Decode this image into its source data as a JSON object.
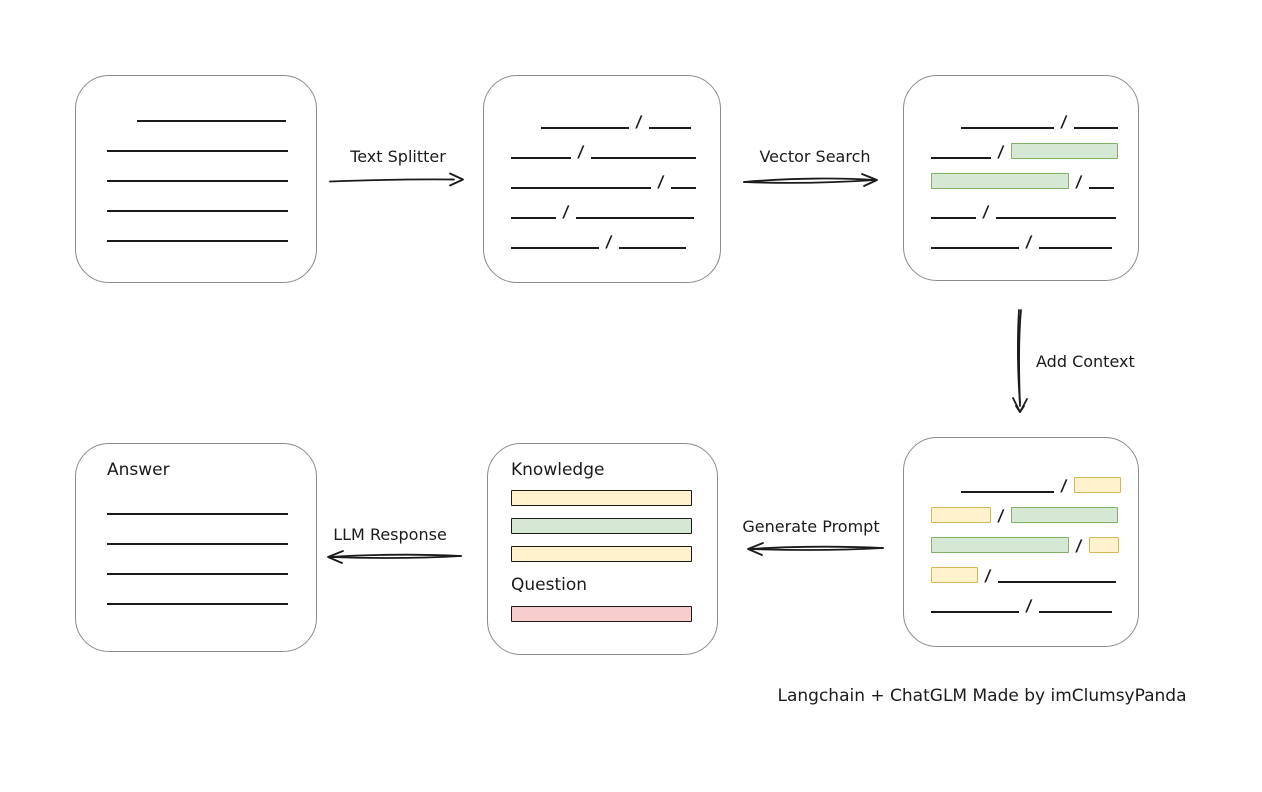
{
  "colors": {
    "green_fill": "#d5e8d4",
    "green_stroke": "#82b366",
    "yellow_fill": "#fff2cc",
    "yellow_stroke": "#d6b656",
    "red_fill": "#f8cecc",
    "red_stroke": "#b85450",
    "box_border": "#8c8c8c",
    "ink": "#1b1b1b"
  },
  "arrows": {
    "text_splitter": {
      "label": "Text Splitter"
    },
    "vector_search": {
      "label": "Vector Search"
    },
    "add_context": {
      "label": "Add Context"
    },
    "generate_prompt": {
      "label": "Generate Prompt"
    },
    "llm_response": {
      "label": "LLM Response"
    }
  },
  "boxes": {
    "document": {
      "rows": [
        {
          "indent": 30,
          "tokens": [
            [
              "line",
              149
            ]
          ]
        },
        {
          "tokens": [
            [
              "line",
              181
            ]
          ]
        },
        {
          "tokens": [
            [
              "line",
              181
            ]
          ]
        },
        {
          "tokens": [
            [
              "line",
              181
            ]
          ]
        },
        {
          "tokens": [
            [
              "line",
              181
            ]
          ]
        }
      ]
    },
    "chunks": {
      "rows": [
        {
          "indent": 30,
          "tokens": [
            [
              "line",
              88
            ],
            [
              "slash"
            ],
            [
              "line",
              42
            ]
          ]
        },
        {
          "tokens": [
            [
              "line",
              60
            ],
            [
              "slash"
            ],
            [
              "line",
              105
            ]
          ]
        },
        {
          "tokens": [
            [
              "line",
              140
            ],
            [
              "slash"
            ],
            [
              "line",
              25
            ]
          ]
        },
        {
          "tokens": [
            [
              "line",
              45
            ],
            [
              "slash"
            ],
            [
              "line",
              118
            ]
          ]
        },
        {
          "tokens": [
            [
              "line",
              88
            ],
            [
              "slash"
            ],
            [
              "line",
              67
            ]
          ]
        }
      ]
    },
    "matched_chunks": {
      "rows": [
        {
          "indent": 30,
          "tokens": [
            [
              "line",
              93
            ],
            [
              "slash"
            ],
            [
              "line",
              44
            ]
          ]
        },
        {
          "tokens": [
            [
              "line",
              60
            ],
            [
              "slash"
            ],
            [
              "green",
              107
            ]
          ]
        },
        {
          "tokens": [
            [
              "green",
              138
            ],
            [
              "slash"
            ],
            [
              "line",
              25
            ]
          ]
        },
        {
          "tokens": [
            [
              "line",
              45
            ],
            [
              "slash"
            ],
            [
              "line",
              120
            ]
          ]
        },
        {
          "tokens": [
            [
              "line",
              88
            ],
            [
              "slash"
            ],
            [
              "line",
              73
            ]
          ]
        }
      ]
    },
    "context_chunks": {
      "rows": [
        {
          "indent": 30,
          "tokens": [
            [
              "line",
              93
            ],
            [
              "slash"
            ],
            [
              "yellow",
              47
            ]
          ]
        },
        {
          "tokens": [
            [
              "yellow",
              60
            ],
            [
              "slash"
            ],
            [
              "green",
              107
            ]
          ]
        },
        {
          "tokens": [
            [
              "green",
              138
            ],
            [
              "slash"
            ],
            [
              "yellow",
              30
            ]
          ]
        },
        {
          "tokens": [
            [
              "yellow",
              47
            ],
            [
              "slash"
            ],
            [
              "line",
              118
            ]
          ]
        },
        {
          "tokens": [
            [
              "line",
              88
            ],
            [
              "slash"
            ],
            [
              "line",
              73
            ]
          ]
        }
      ]
    },
    "prompt": {
      "knowledge_label": "Knowledge",
      "knowledge_bars": [
        {
          "c": "yellow"
        },
        {
          "c": "green"
        },
        {
          "c": "yellow"
        }
      ],
      "question_label": "Question",
      "question_bars": [
        {
          "c": "red"
        }
      ]
    },
    "answer": {
      "label": "Answer",
      "rows": [
        {
          "tokens": [
            [
              "line",
              181
            ]
          ]
        },
        {
          "tokens": [
            [
              "line",
              181
            ]
          ]
        },
        {
          "tokens": [
            [
              "line",
              181
            ]
          ]
        },
        {
          "tokens": [
            [
              "line",
              181
            ]
          ]
        }
      ]
    }
  },
  "footer": {
    "text": "Langchain + ChatGLM Made by imClumsyPanda"
  }
}
